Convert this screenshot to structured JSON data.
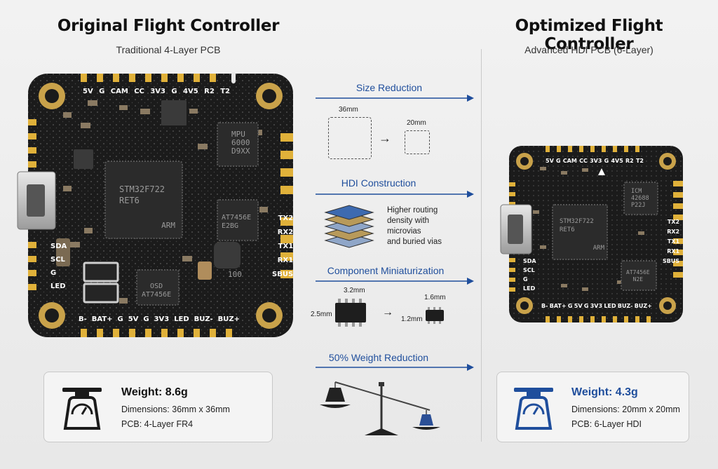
{
  "left": {
    "title": "Original Flight Controller",
    "subtitle": "Traditional 4-Layer PCB",
    "top_pads": [
      "5V",
      "G",
      "CAM",
      "CC",
      "3V3",
      "G",
      "4V5",
      "R2",
      "T2"
    ],
    "bottom_pads": [
      "B-",
      "BAT+",
      "G",
      "5V",
      "G",
      "3V3",
      "LED",
      "BUZ-",
      "BUZ+"
    ],
    "left_pads": [
      "SDA",
      "SCL",
      "G",
      "LED"
    ],
    "right_pads": [
      "TX2",
      "RX2",
      "TX1",
      "RX1",
      "SBUS"
    ],
    "mcu": [
      "STM32F722",
      "RET6",
      "ARM"
    ],
    "imu": [
      "MPU",
      "6000",
      "D9XX"
    ],
    "osd_right": [
      "AT7456E",
      "E2BG"
    ],
    "osd_bottom": [
      "OSD",
      "AT7456E"
    ],
    "inductor": "100",
    "weight": "Weight: 8.6g",
    "dimensions": "Dimensions: 36mm x 36mm",
    "pcb": "PCB: 4-Layer FR4"
  },
  "right": {
    "title": "Optimized Flight Controller",
    "subtitle": "Advanced HDI PCB (6-Layer)",
    "top_pads": [
      "5V",
      "G",
      "CAM",
      "CC",
      "3V3",
      "G",
      "4V5",
      "R2",
      "T2"
    ],
    "bottom_pads": [
      "B-",
      "BAT+",
      "G",
      "5V",
      "G",
      "3V3",
      "LED",
      "BUZ-",
      "BUZ+"
    ],
    "left_pads": [
      "SDA",
      "SCL",
      "G",
      "LED"
    ],
    "right_pads": [
      "TX2",
      "RX2",
      "TX1",
      "RX1",
      "SBUS"
    ],
    "mcu": [
      "STM32F722",
      "RET6",
      "ARM"
    ],
    "imu": [
      "ICM",
      "42688",
      "P22J"
    ],
    "osd": [
      "AT7456E",
      "N2E"
    ],
    "weight": "Weight: 4.3g",
    "dimensions": "Dimensions: 20mm x 20mm",
    "pcb": "PCB: 6-Layer HDI"
  },
  "middle": {
    "size": {
      "title": "Size Reduction",
      "big": "36mm",
      "small": "20mm"
    },
    "hdi": {
      "title": "HDI Construction",
      "note": [
        "Higher routing",
        "density with",
        "microvias",
        "and buried vias"
      ]
    },
    "mini": {
      "title": "Component Miniaturization",
      "w1": "3.2mm",
      "h1": "2.5mm",
      "w2": "1.6mm",
      "h2": "1.2mm"
    },
    "weight": {
      "title": "50% Weight Reduction"
    }
  },
  "colors": {
    "accent": "#1f4e9c",
    "pcb": "#1a1a1a",
    "gold": "#c9a24a",
    "pad": "#e0b13a"
  }
}
